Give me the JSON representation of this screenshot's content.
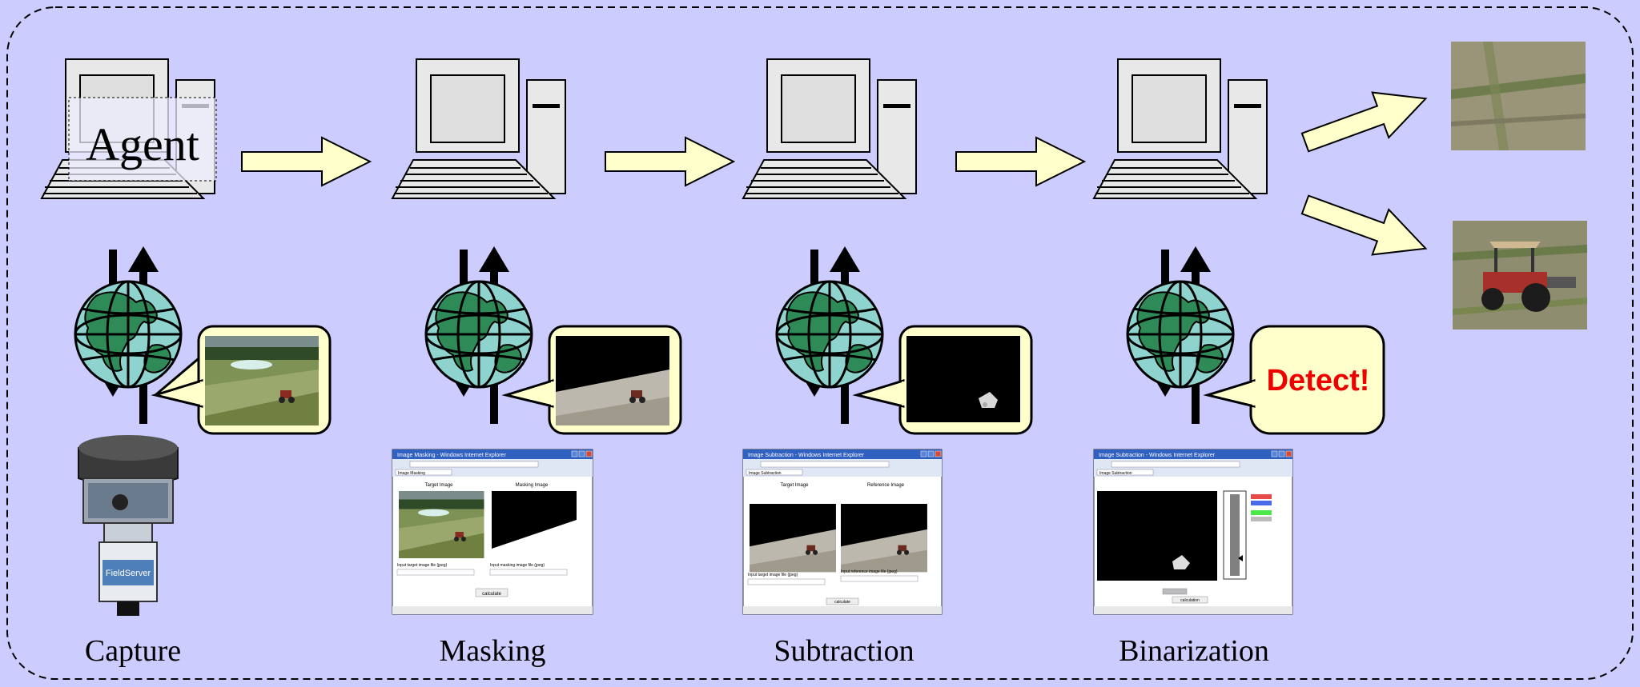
{
  "agent_label": "Agent",
  "detect_label": "Detect!",
  "stages": [
    {
      "id": "capture",
      "label": "Capture"
    },
    {
      "id": "masking",
      "label": "Masking"
    },
    {
      "id": "subtraction",
      "label": "Subtraction"
    },
    {
      "id": "binarization",
      "label": "Binarization"
    }
  ],
  "device": {
    "brand": "FieldServer"
  },
  "windows": {
    "masking": {
      "title": "Image Masking - Windows Internet Explorer",
      "tab": "Image Masking",
      "left_caption": "Target Image",
      "right_caption": "Masking Image",
      "left_input": "Input target image file (jpeg)",
      "right_input": "Input masking image file (jpeg)",
      "button": "calculate"
    },
    "subtraction": {
      "title": "Image Subtraction - Windows Internet Explorer",
      "tab": "Image Subtraction",
      "left_caption": "Target Image",
      "right_caption": "Reference Image",
      "left_input": "Input target image file (jpeg)",
      "right_input": "Input reference image file (jpeg)",
      "button": "calculate"
    },
    "binarization": {
      "title": "Image Subtraction - Windows Internet Explorer",
      "tab": "Image Subtraction",
      "button": "calculation"
    }
  },
  "colors": {
    "background": "#ccccff",
    "arrow_fill": "#ffffcc",
    "bubble_fill": "#ffffcc",
    "detect_text": "#ee0000",
    "globe_land": "#2e8b57",
    "globe_ocean": "#8fd3cf"
  }
}
